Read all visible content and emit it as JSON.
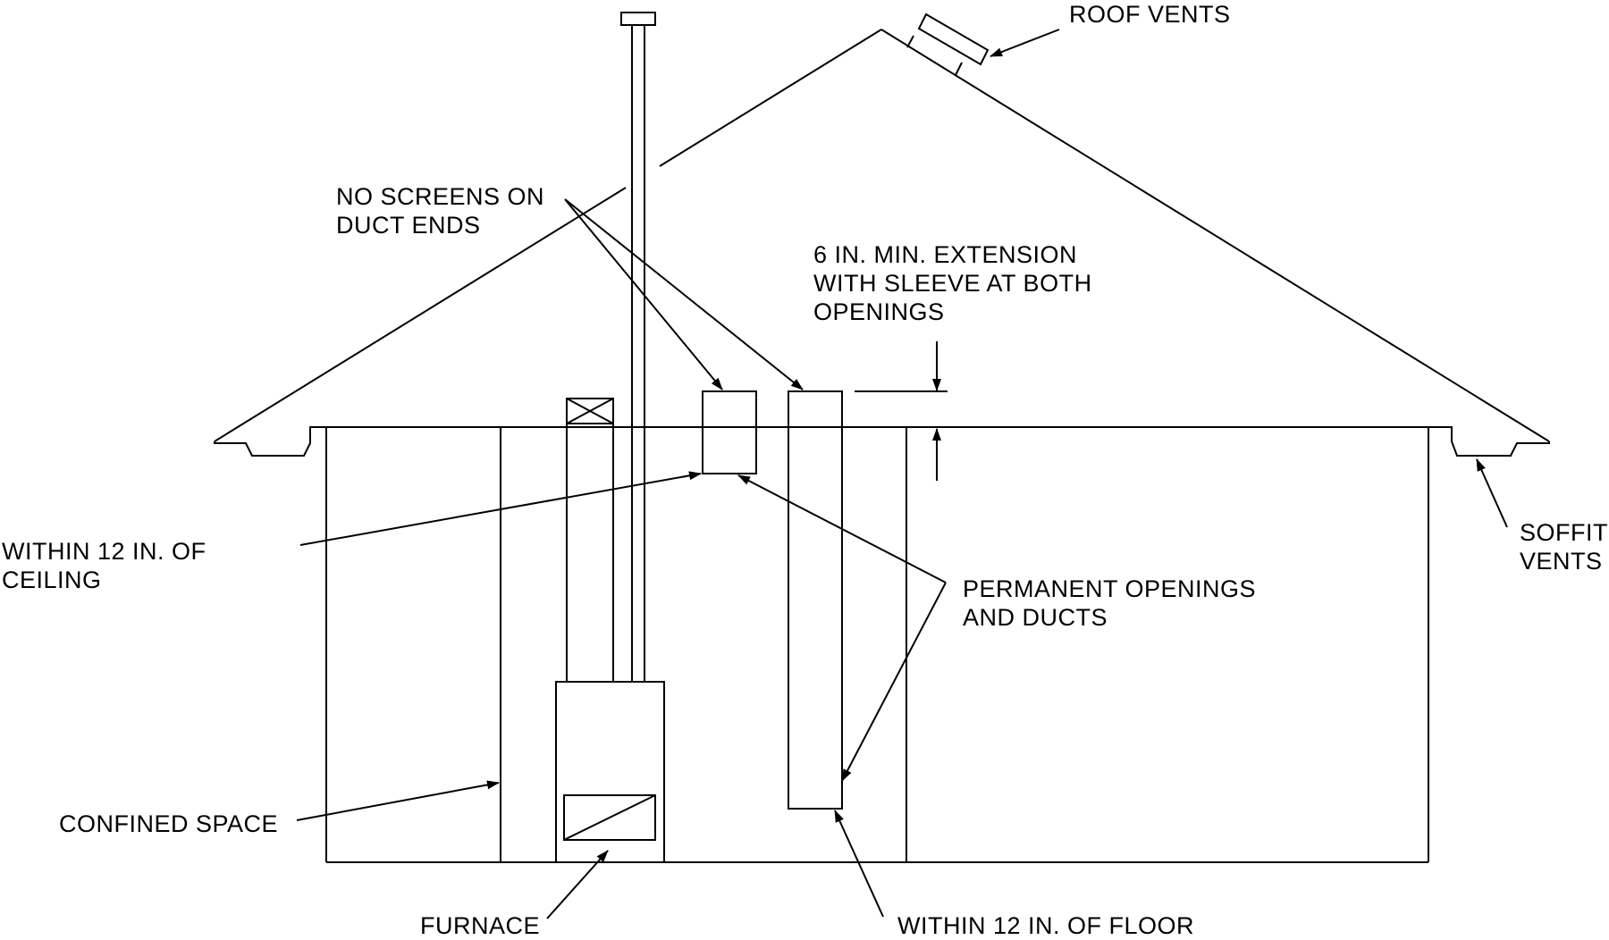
{
  "labels": {
    "roof_vents": "ROOF VENTS",
    "no_screens": [
      "NO SCREENS ON",
      "DUCT ENDS"
    ],
    "extension": [
      "6 IN. MIN. EXTENSION",
      "WITH SLEEVE AT BOTH",
      "OPENINGS"
    ],
    "within_ceiling": [
      "WITHIN 12 IN. OF",
      "CEILING"
    ],
    "soffit_vents": [
      "SOFFIT",
      "VENTS"
    ],
    "permanent_openings": [
      "PERMANENT OPENINGS",
      "AND DUCTS"
    ],
    "confined_space": "CONFINED SPACE",
    "furnace": "FURNACE",
    "within_floor": "WITHIN 12 IN. OF FLOOR"
  }
}
